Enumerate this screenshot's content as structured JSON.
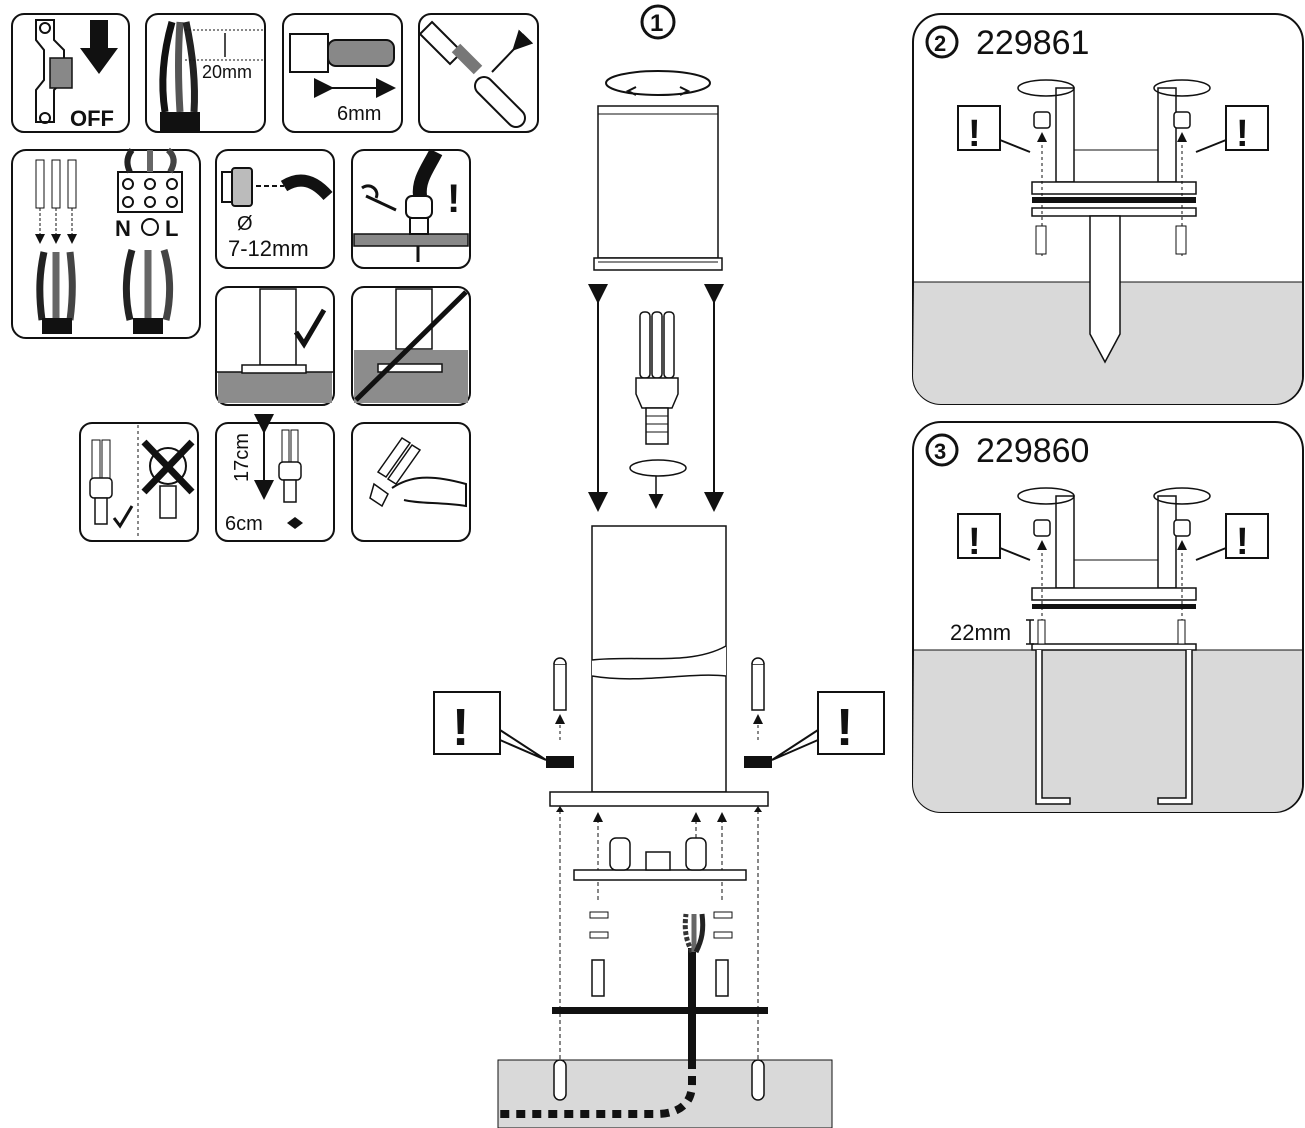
{
  "icons": {
    "power_off_label": "OFF",
    "strip_length": "20mm",
    "wire_strip": "6mm",
    "terminal_labels": {
      "n": "N",
      "l": "L"
    },
    "cable_diameter_symbol": "Ø",
    "cable_diameter": "7-12mm",
    "bulb_height": "17cm",
    "bulb_width": "6cm"
  },
  "main": {
    "step_number": "1",
    "warning_left": "!",
    "warning_right": "!"
  },
  "panel2": {
    "step_number": "2",
    "model": "229861",
    "warning_left": "!",
    "warning_right": "!"
  },
  "panel3": {
    "step_number": "3",
    "model": "229860",
    "warning_left": "!",
    "warning_right": "!",
    "anchor_depth": "22mm"
  },
  "colors": {
    "line": "#111111",
    "ground": "#d9d9d9",
    "mid_gray": "#8c8c8c",
    "panel_bg": "#ffffff"
  }
}
